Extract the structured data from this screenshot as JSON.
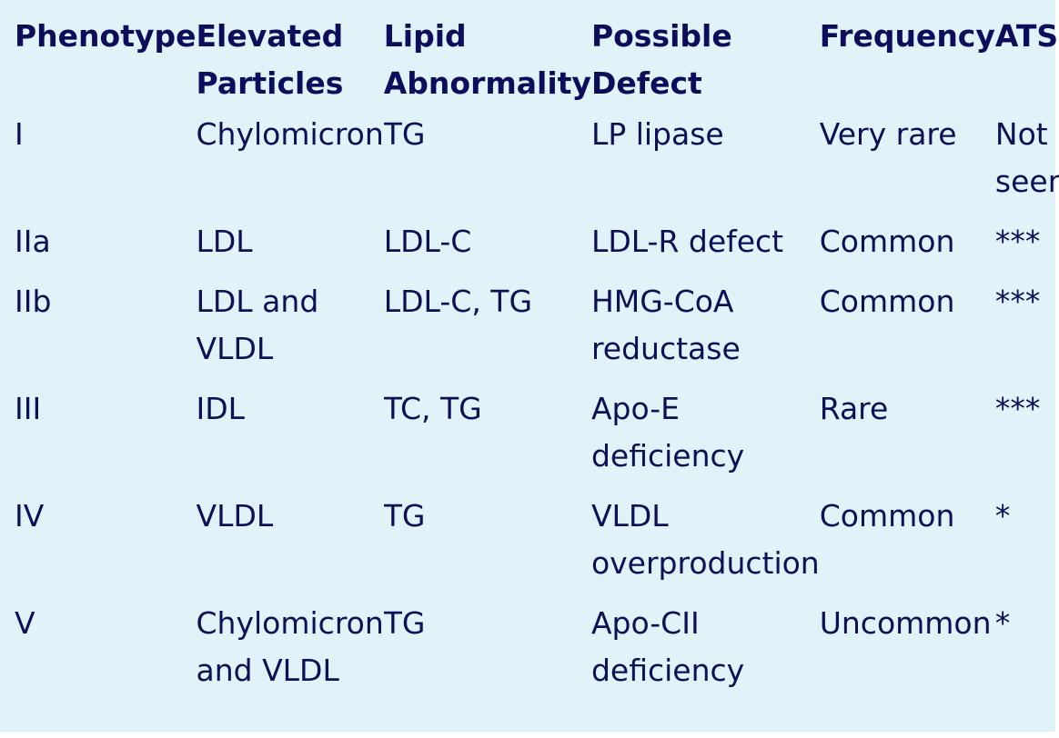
{
  "table": {
    "headers": [
      "Phenotype",
      "Elevated\nParticles",
      "Lipid\nAbnormality",
      "Possible Defect",
      "Frequency",
      "ATS"
    ],
    "rows": [
      [
        "I",
        "Chylomicron",
        "TG",
        "LP lipase",
        "Very rare",
        "Not\nseen"
      ],
      [
        "IIa",
        "LDL",
        "LDL-C",
        "LDL-R  defect",
        "Common",
        "***"
      ],
      [
        "IIb",
        "LDL and\nVLDL",
        "LDL-C, TG",
        "HMG-CoA\nreductase",
        "Common",
        "***"
      ],
      [
        "III",
        "IDL",
        "TC, TG",
        "Apo-E\ndeficiency",
        "Rare",
        "***"
      ],
      [
        "IV",
        "VLDL",
        "TG",
        "VLDL\noverproduction",
        "Common",
        "*"
      ],
      [
        "V",
        "Chylomicron\nand VLDL",
        "TG",
        "Apo-CII\ndeficiency",
        "Uncommon",
        "*"
      ]
    ]
  },
  "colors": {
    "background": "#dff3f9",
    "text": "#0f0f57"
  }
}
